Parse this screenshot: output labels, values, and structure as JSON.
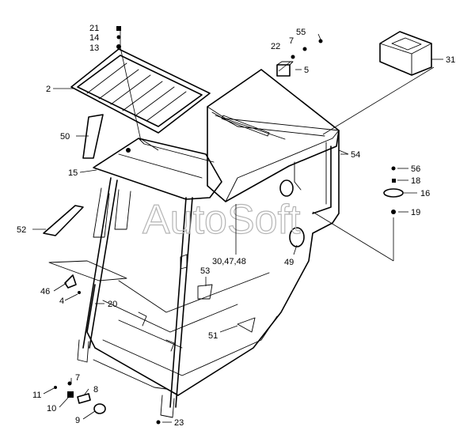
{
  "diagram": {
    "watermark": "AutoSoft",
    "part_labels": {
      "p2": "2",
      "p4": "4",
      "p5": "5",
      "p7a": "7",
      "p7b": "7",
      "p8": "8",
      "p9": "9",
      "p10": "10",
      "p11": "11",
      "p13": "13",
      "p14": "14",
      "p15": "15",
      "p16": "16",
      "p18": "18",
      "p19": "19",
      "p20": "20",
      "p21": "21",
      "p22": "22",
      "p23": "23",
      "p30": "30,47,48",
      "p31": "31",
      "p46": "46",
      "p49": "49",
      "p50": "50",
      "p51": "51",
      "p52": "52",
      "p53": "53",
      "p54": "54",
      "p55": "55",
      "p56": "56"
    }
  }
}
